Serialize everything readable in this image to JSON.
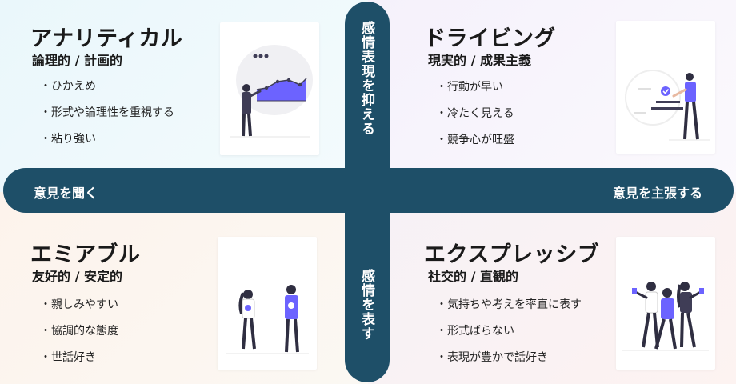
{
  "quadrants": {
    "analytical": {
      "title": "アナリティカル",
      "subtitle": "論理的 / 計画的",
      "traits": [
        "ひかえめ",
        "形式や論理性を重視する",
        "粘り強い"
      ],
      "illustration": "presentation-chart-illustration"
    },
    "driving": {
      "title": "ドライビング",
      "subtitle": "現実的 / 成果主義",
      "traits": [
        "行動が早い",
        "冷たく見える",
        "競争心が旺盛"
      ],
      "illustration": "checklist-person-illustration"
    },
    "amiable": {
      "title": "エミアブル",
      "subtitle": "友好的 / 安定的",
      "traits": [
        "親しみやすい",
        "協調的な態度",
        "世話好き"
      ],
      "illustration": "two-people-talking-illustration"
    },
    "expressive": {
      "title": "エクスプレッシブ",
      "subtitle": "社交的 / 直観的",
      "traits": [
        "気持ちや考えを率直に表す",
        "形式ばらない",
        "表現が豊かで話好き"
      ],
      "illustration": "group-celebrating-illustration"
    }
  },
  "axes": {
    "horizontal_left": "意見を聞く",
    "horizontal_right": "意見を主張する",
    "vertical_top": "感情表現を抑える",
    "vertical_bottom": "感情を表す"
  },
  "colors": {
    "axis": "#1e4f68",
    "accent": "#6c63ff"
  }
}
